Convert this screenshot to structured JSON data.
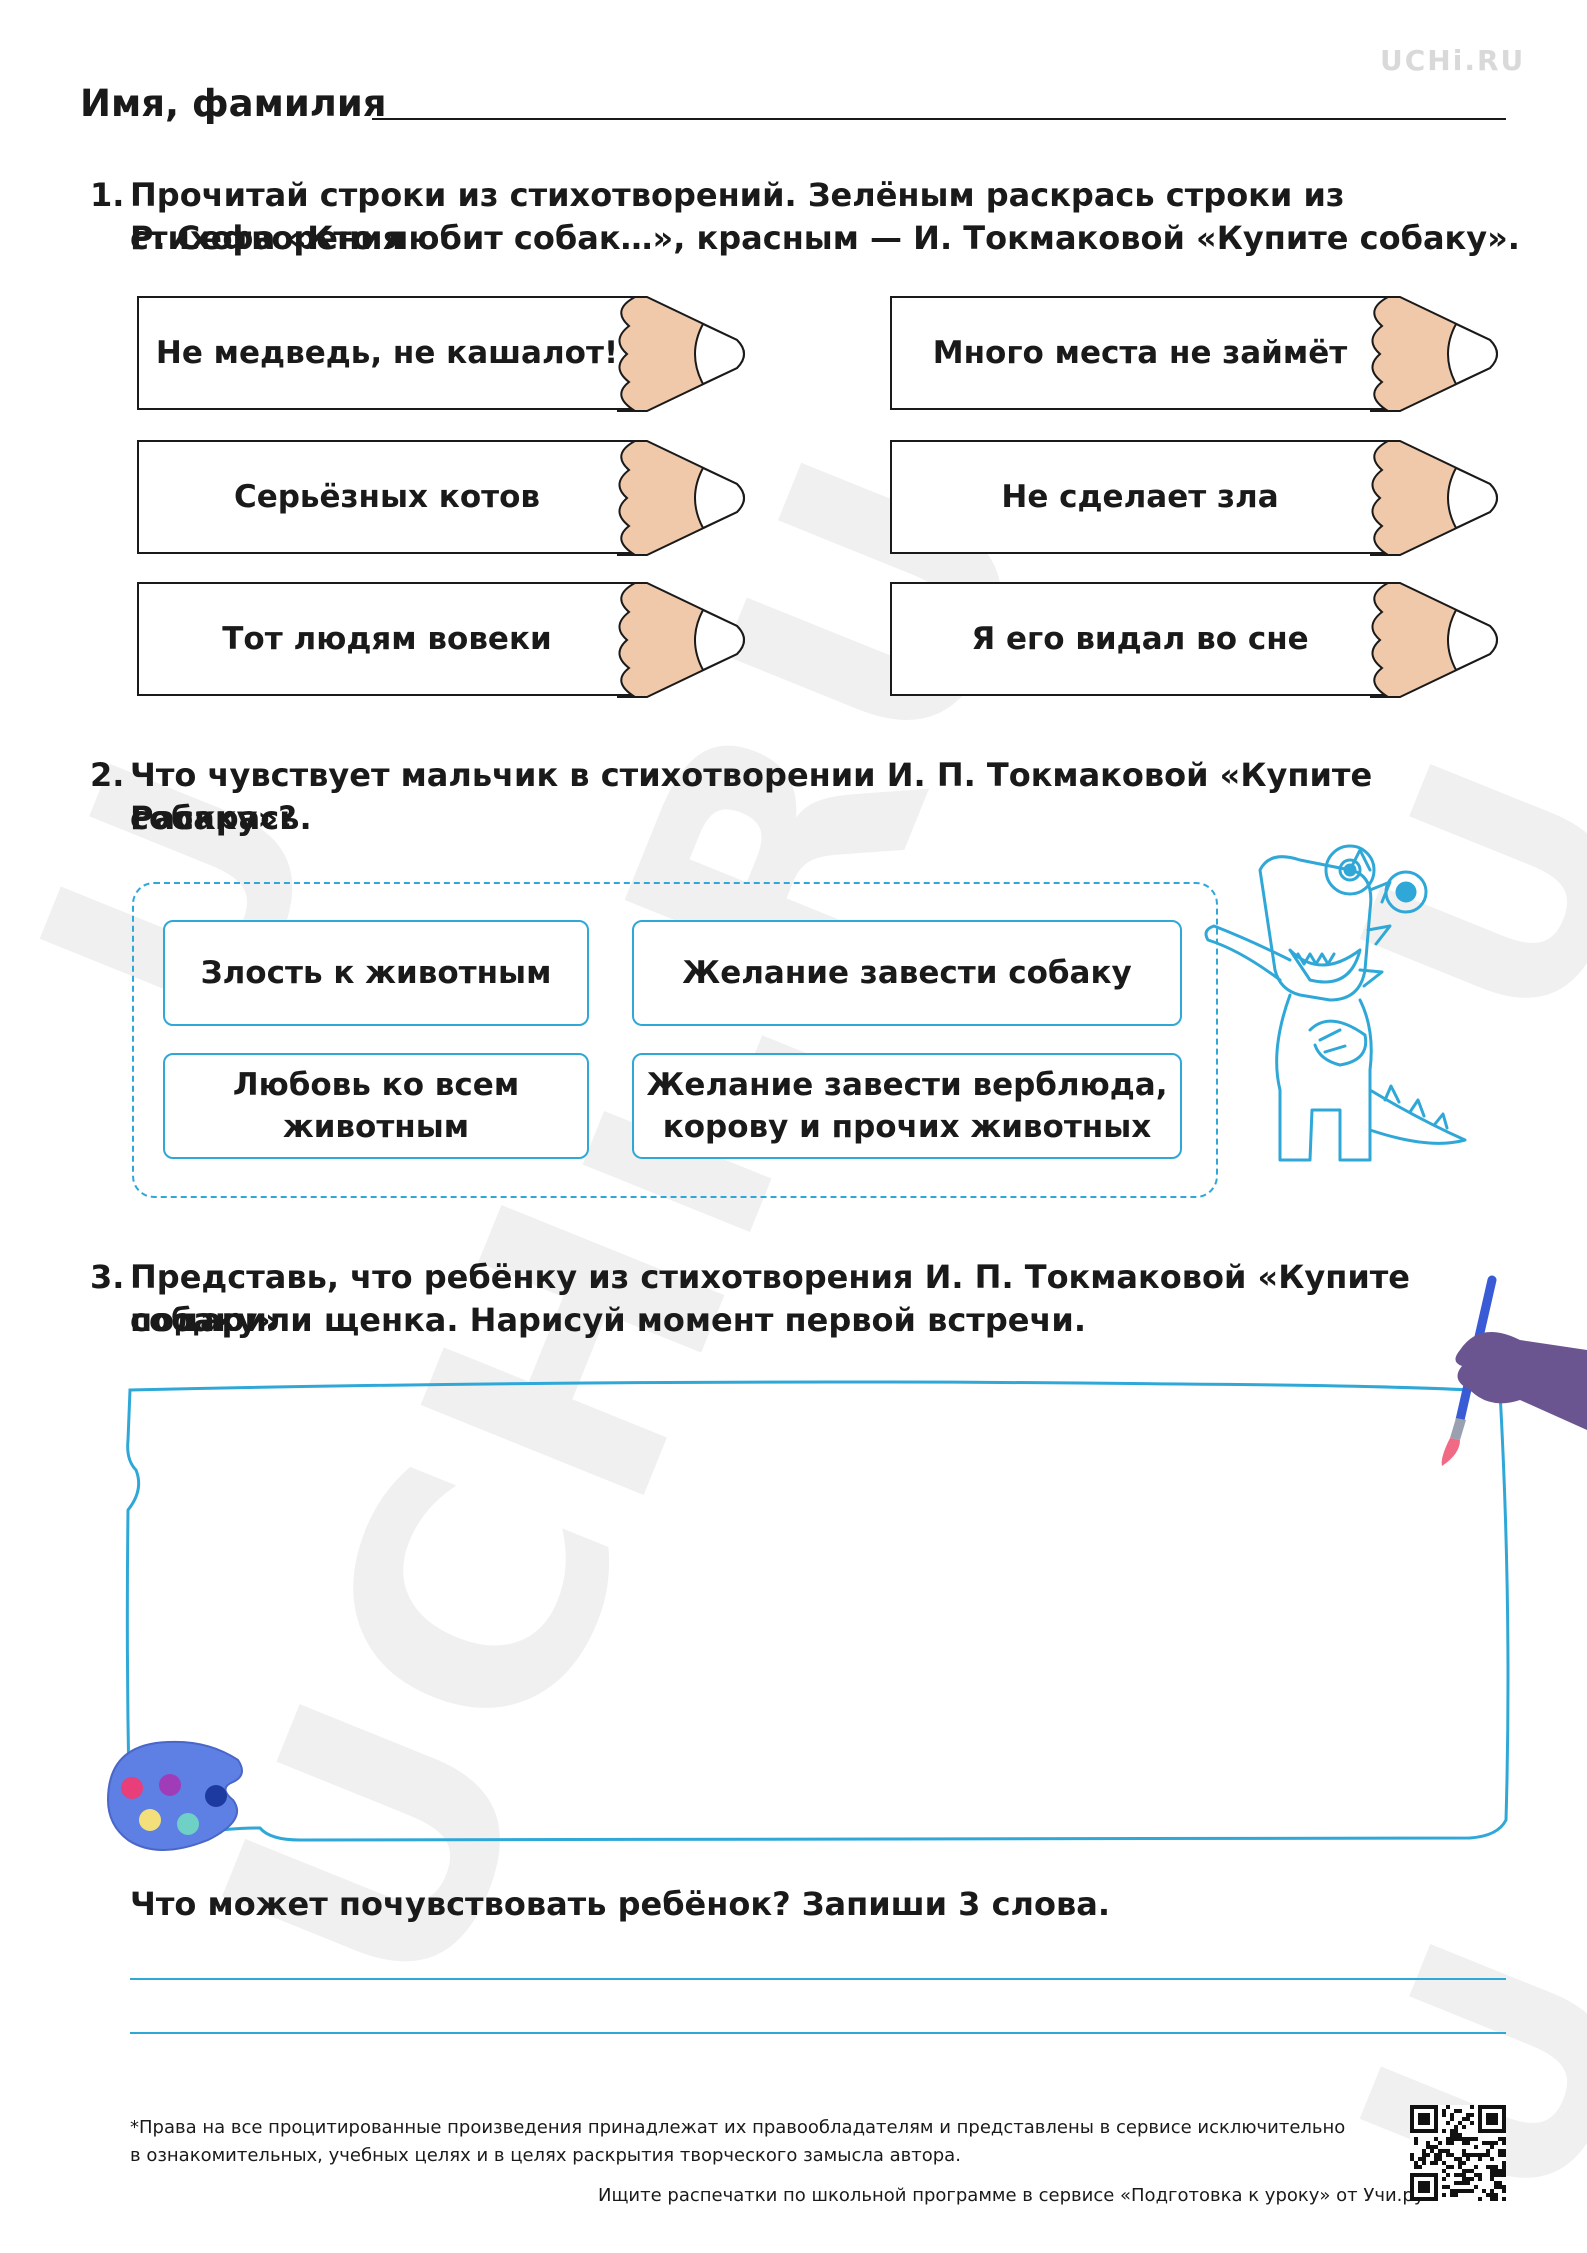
{
  "brand": "UCHi.RU",
  "header": {
    "name_label": "Имя, фамилия"
  },
  "task1": {
    "num": "1.",
    "line1": "Прочитай строки из стихотворений. Зелёным раскрась строки из стихотворения",
    "line2": "Р. Сефа «Кто любит собак…», красным — И. Токмаковой «Купите собаку».",
    "pencils": [
      "Не медведь, не кашалот!",
      "Много места не займёт",
      "Серьёзных котов",
      "Не сделает зла",
      "Тот людям вовеки",
      "Я его видал во сне"
    ],
    "pencil_tip_color": "#f0c9aa"
  },
  "task2": {
    "num": "2.",
    "line1": "Что чувствует мальчик в стихотворении И. П. Токмаковой «Купите собаку»?",
    "line2": "Раскрась.",
    "choices": [
      {
        "text": "Злость к животным"
      },
      {
        "text": "Желание завести собаку"
      },
      {
        "line1": "Любовь ко всем",
        "line2": "животным"
      },
      {
        "line1": "Желание завести верблюда,",
        "line2": "корову и прочих животных"
      }
    ],
    "accent_color": "#2fa8d8"
  },
  "task3": {
    "num": "3.",
    "line1": "Представь, что ребёнку из стихотворения И. П. Токмаковой «Купите собаку»",
    "line2": "подарили щенка. Нарисуй момент первой встречи."
  },
  "task4": {
    "question": "Что может почувствовать ребёнок? Запиши 3 слова."
  },
  "footnote": {
    "line1": "*Права на все процитированные произведения принадлежат их правообладателям и представлены в сервисе исключительно",
    "line2": "в ознакомительных, учебных целях и в целях раскрытия творческого замысла автора."
  },
  "footer": "Ищите распечатки по школьной программе в сервисе «Подготовка к уроку» от Учи.ру."
}
